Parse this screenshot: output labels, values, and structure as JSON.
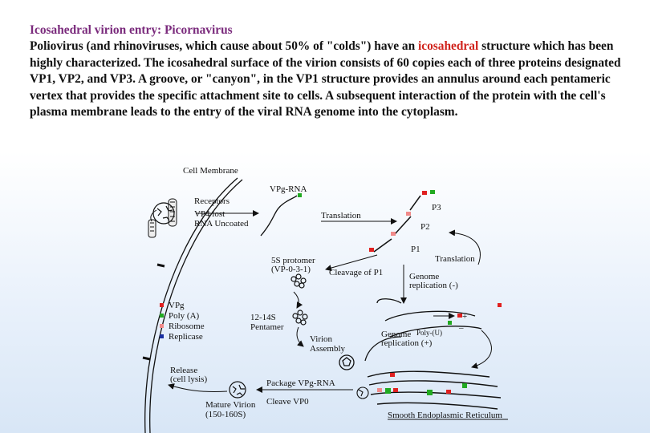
{
  "slide": {
    "title": "Icosahedral virion entry: Picornavirus",
    "body_before": "Poliovirus (and rhinoviruses, which cause about 50% of \"colds\") have an ",
    "body_highlight": "icosahedral",
    "body_after": " structure which has been highly characterized. The icosahedral surface of the virion consists of 60 copies each of three proteins designated VP1, VP2, and VP3. A groove, or \"canyon\", in the VP1 structure provides an annulus around each pentameric vertex that provides the specific attachment site to cells. A subsequent interaction of the protein with the cell's plasma membrane leads to the entry of the viral RNA genome into the cytoplasm.",
    "highlight_color": "#d0221b",
    "title_color": "#7a2a7c"
  },
  "diagram": {
    "labels": {
      "cell_membrane": "Cell Membrane",
      "vpg_rna": "VPg-RNA",
      "receptors": "Receptors",
      "vp4_lost": "VP4 lost",
      "rna_uncoated": "RNA Uncoated",
      "translation_top": "Translation",
      "p3": "P3",
      "p2": "P2",
      "p1": "P1",
      "translation_right": "Translation",
      "protomer_1": "5S protomer",
      "protomer_2": "(VP-0-3-1)",
      "cleavage": "Cleavage of P1",
      "genome_minus_1": "Genome",
      "genome_minus_2": "replication (-)",
      "pentamer_1": "12-14S",
      "pentamer_2": "Pentamer",
      "assembly_1": "Virion",
      "assembly_2": "Assembly",
      "genome_plus_1": "Genome",
      "poly_u": "Poly-(U)",
      "genome_plus_2": "replication (+)",
      "plus_sign": "+",
      "minus_sign": "–",
      "release_1": "Release",
      "release_2": "(cell lysis)",
      "package": "Package VPg-RNA",
      "mature_1": "Mature Virion",
      "mature_2": "(150-160S)",
      "cleave_vp0": "Cleave VP0",
      "er": "Smooth Endoplasmic Reticulum"
    },
    "legend": [
      {
        "label": "VPg",
        "color": "#e02020"
      },
      {
        "label": "Poly (A)",
        "color": "#22aa22"
      },
      {
        "label": "Ribosome",
        "color": "#f08a8a"
      },
      {
        "label": "Replicase",
        "color": "#1a2fa0"
      }
    ]
  }
}
